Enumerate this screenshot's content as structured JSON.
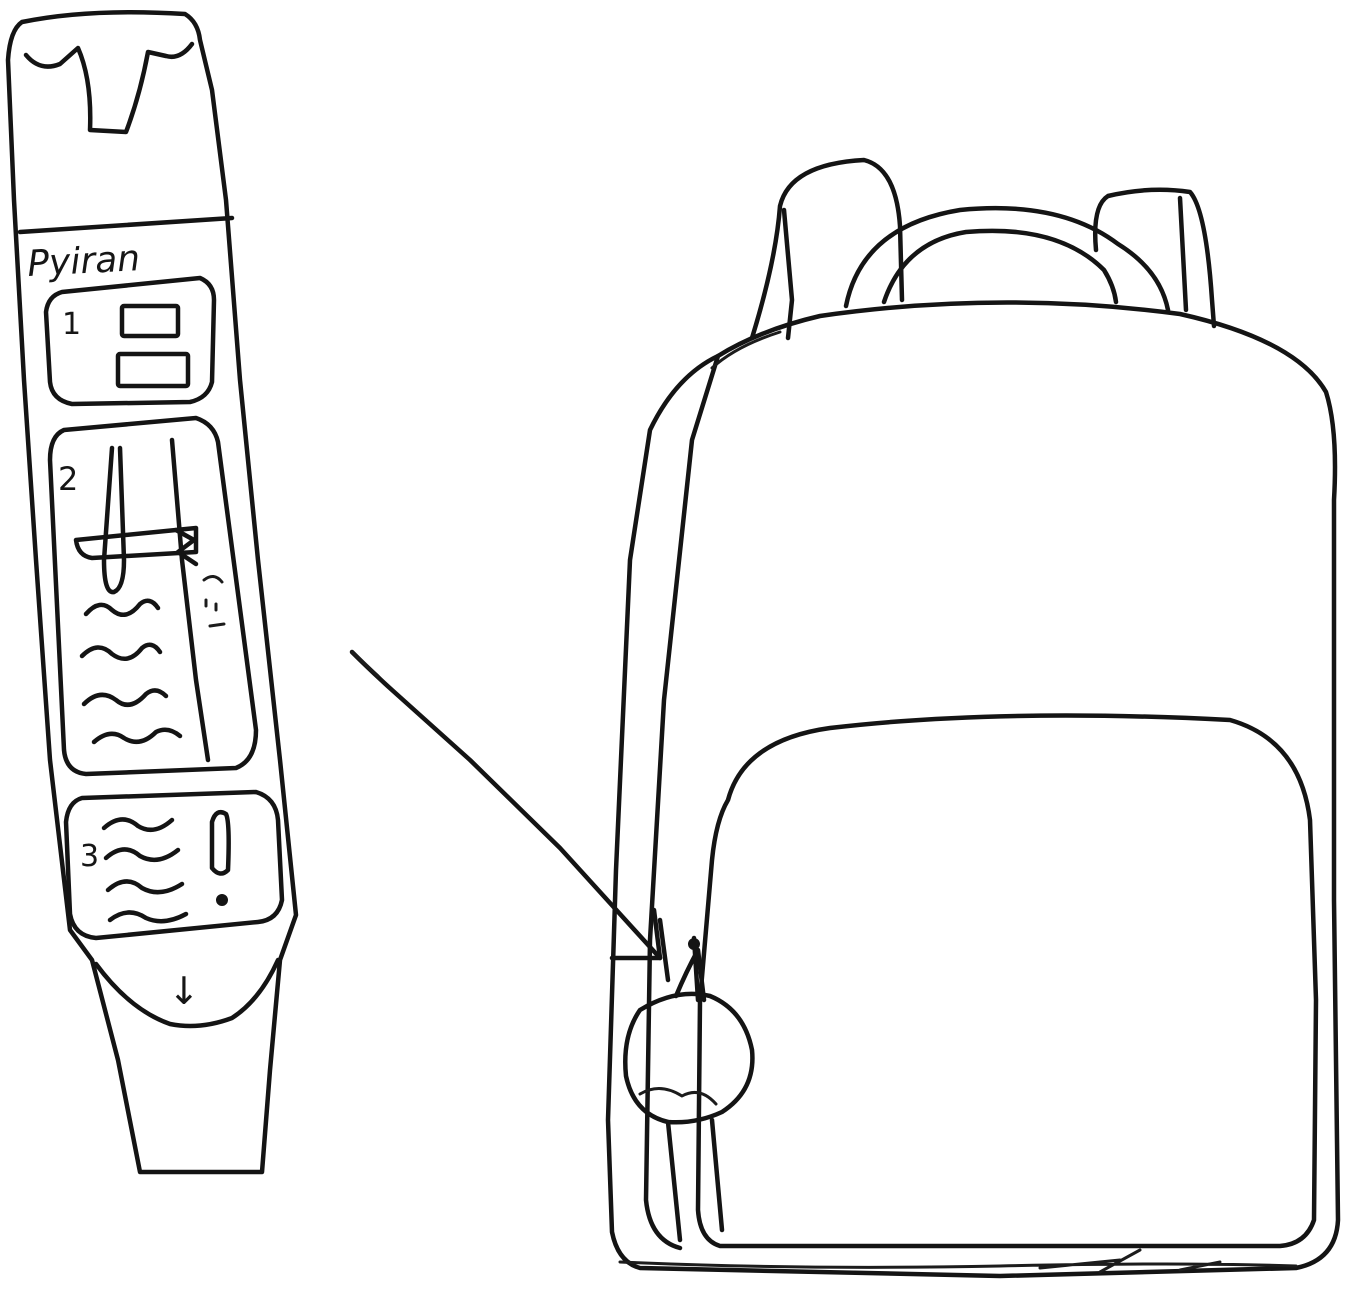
{
  "strap_device": {
    "title": "Pyiran",
    "panels": [
      {
        "number": "1"
      },
      {
        "number": "2"
      },
      {
        "number": "3"
      }
    ],
    "scroll_hint": "↓"
  },
  "colors": {
    "ink": "#141414",
    "paper": "#ffffff"
  }
}
